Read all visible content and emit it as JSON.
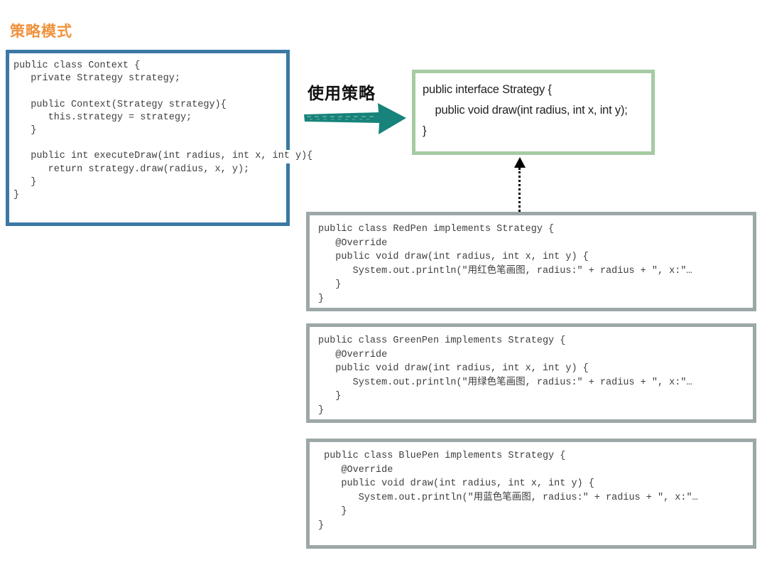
{
  "title": "策略模式",
  "colors": {
    "title_orange": "#F0923C",
    "context_border": "#3A78A5",
    "interface_border": "#A5CBA2",
    "impl_border": "#9CA8A7",
    "arrow_teal": "#17837A",
    "code_text": "#3F3F3F",
    "label_text": "#111111"
  },
  "arrow_label": "使用策略",
  "context_box": {
    "code_lines": [
      "public class Context {",
      "   private Strategy strategy;",
      "",
      "   public Context(Strategy strategy){",
      "      this.strategy = strategy;",
      "   }",
      "",
      "   public int executeDraw(int radius, int x, int y){",
      "      return strategy.draw(radius, x, y);",
      "   }",
      "}"
    ]
  },
  "interface_box": {
    "code_lines": [
      "public interface Strategy {",
      "    public void draw(int radius, int x, int y);",
      "}"
    ]
  },
  "impl_boxes": [
    {
      "id": "redpen",
      "code_lines": [
        "public class RedPen implements Strategy {",
        "   @Override",
        "   public void draw(int radius, int x, int y) {",
        "      System.out.println(\"用红色笔画图, radius:\" + radius + \", x:\"…",
        "   }",
        "}"
      ]
    },
    {
      "id": "greenpen",
      "code_lines": [
        "public class GreenPen implements Strategy {",
        "   @Override",
        "   public void draw(int radius, int x, int y) {",
        "      System.out.println(\"用绿色笔画图, radius:\" + radius + \", x:\"…",
        "   }",
        "}"
      ]
    },
    {
      "id": "bluepen",
      "code_lines": [
        " public class BluePen implements Strategy {",
        "    @Override",
        "    public void draw(int radius, int x, int y) {",
        "       System.out.println(\"用蓝色笔画图, radius:\" + radius + \", x:\"…",
        "    }",
        "}"
      ]
    }
  ]
}
